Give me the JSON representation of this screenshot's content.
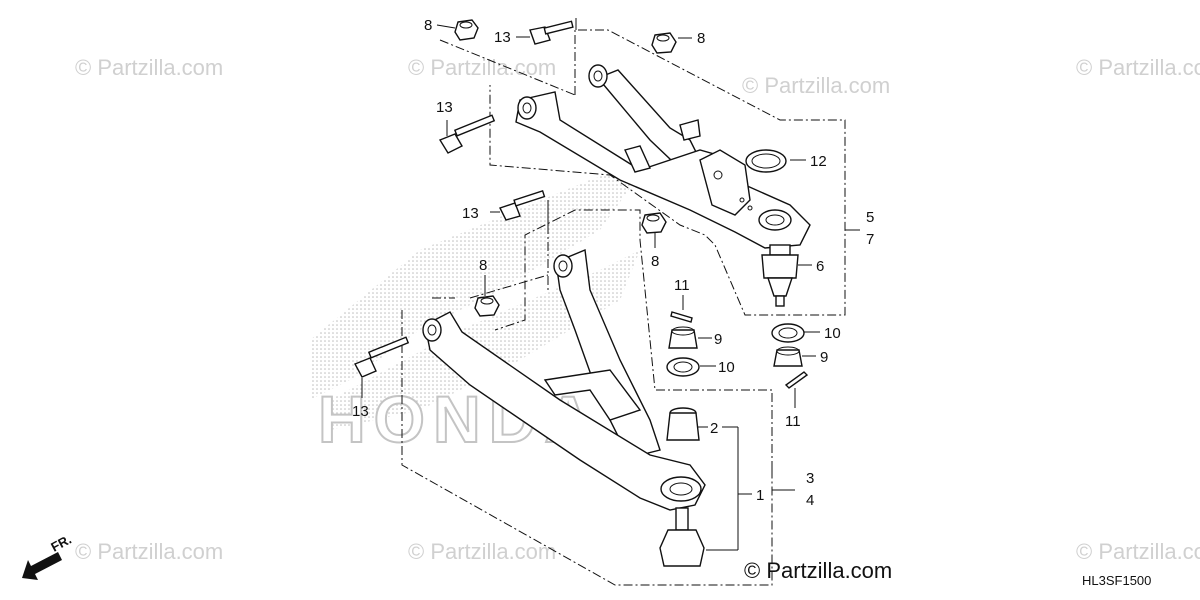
{
  "diagram": {
    "callouts": {
      "lbl_8a": "8",
      "lbl_13a": "13",
      "lbl_8b": "8",
      "lbl_13b": "13",
      "lbl_12": "12",
      "lbl_5": "5",
      "lbl_7": "7",
      "lbl_6": "6",
      "lbl_13c": "13",
      "lbl_8c": "8",
      "lbl_8d": "8",
      "lbl_11a": "11",
      "lbl_9a": "9",
      "lbl_10a": "10",
      "lbl_10b": "10",
      "lbl_9b": "9",
      "lbl_11b": "11",
      "lbl_13d": "13",
      "lbl_2": "2",
      "lbl_1": "1",
      "lbl_3": "3",
      "lbl_4": "4"
    },
    "watermark_text": "© Partzilla.com",
    "copyright": "© Partzilla.com",
    "diagram_code": "HL3SF1500",
    "direction_label": "FR.",
    "brand_logo_text": "HONDA"
  }
}
